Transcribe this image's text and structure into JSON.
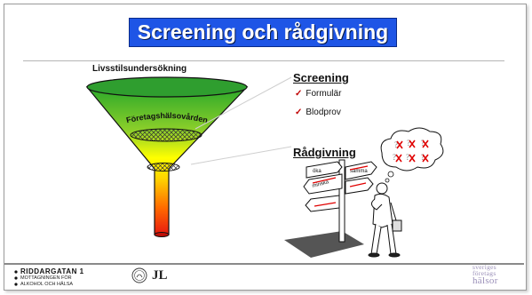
{
  "slide": {
    "title": "Screening och rådgivning",
    "lifestyle_label": "Livsstilsundersökning",
    "funnel_label": "Företagshälsovården"
  },
  "screening": {
    "heading": "Screening",
    "items": [
      {
        "label": "Formulär"
      },
      {
        "label": "Blodprov"
      }
    ]
  },
  "advice": {
    "heading": "Rådgivning"
  },
  "cartoon": {
    "signs": [
      "öka",
      "minska",
      "samma"
    ],
    "thought_marks": [
      "?",
      "?",
      "?",
      "?",
      "?",
      "?"
    ]
  },
  "footer": {
    "brand_name": "RIDDARGATAN 1",
    "brand_sub": [
      "MOTTAGNINGEN FÖR",
      "ALKOHOL OCH HÄLSA"
    ],
    "jl_logo": "JL",
    "partner_logo": [
      "sveriges",
      "företags",
      "hälsor"
    ]
  },
  "colors": {
    "title_bg": "#1e55e6",
    "funnel_top": "#2aa82a",
    "funnel_mid": "#ffff00",
    "funnel_bottom": "#e81a10",
    "check_mark": "#c00000",
    "partner_logo": "#9a8fb8"
  }
}
